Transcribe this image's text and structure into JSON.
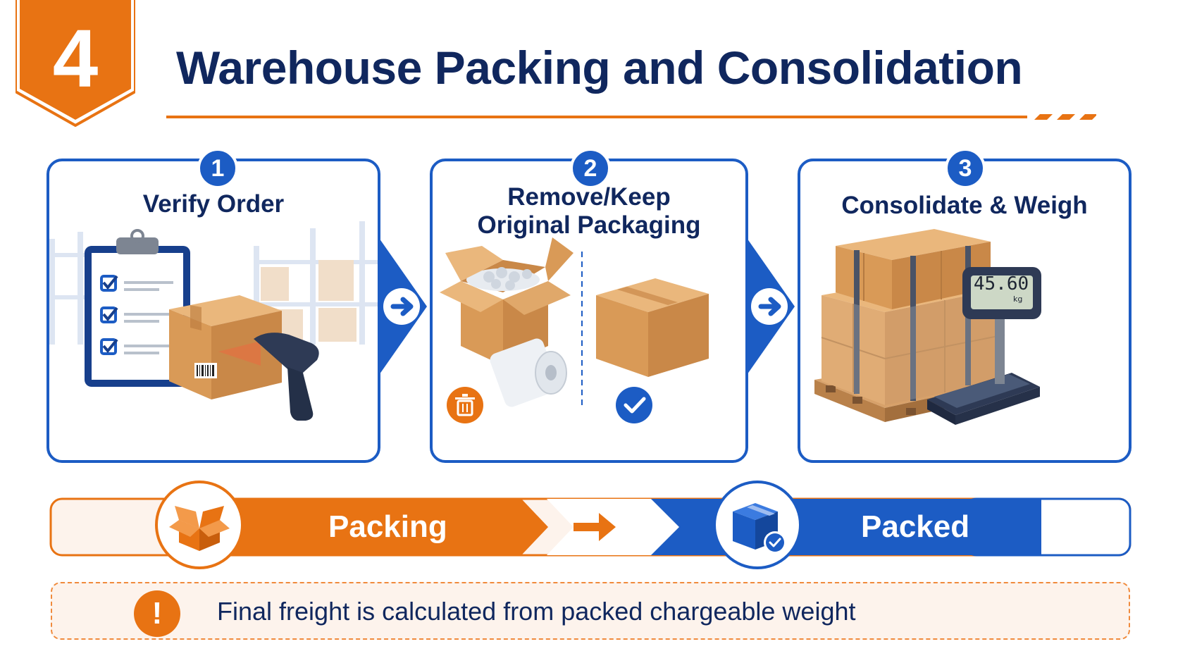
{
  "header": {
    "section_number": "4",
    "title": "Warehouse Packing and Consolidation"
  },
  "steps": [
    {
      "number": "1",
      "title": "Verify Order",
      "icons": [
        "clipboard-checklist-icon",
        "cardboard-box-icon",
        "barcode-scanner-icon",
        "warehouse-shelves-icon"
      ]
    },
    {
      "number": "2",
      "title_line1": "Remove/Keep",
      "title_line2": "Original Packaging",
      "icons": [
        "open-box-with-packing-peanuts-icon",
        "bubble-wrap-roll-icon",
        "trash-icon",
        "closed-box-icon",
        "check-icon"
      ]
    },
    {
      "number": "3",
      "title": "Consolidate & Weigh",
      "icons": [
        "palletized-boxes-icon",
        "weighing-scale-icon"
      ],
      "scale_readout": "45.60",
      "scale_unit": "kg"
    }
  ],
  "status_band": {
    "from_label": "Packing",
    "to_label": "Packed",
    "from_icon": "open-box-icon",
    "to_icon": "packed-box-check-icon",
    "arrow_icon": "arrow-right-icon"
  },
  "note": {
    "icon": "exclamation-icon",
    "icon_glyph": "!",
    "text": "Final freight is calculated from packed chargeable weight"
  },
  "colors": {
    "navy": "#10275e",
    "blue": "#1c5cc4",
    "orange": "#e87313",
    "box": "#d9a368",
    "note_bg": "#fdf3ec"
  }
}
